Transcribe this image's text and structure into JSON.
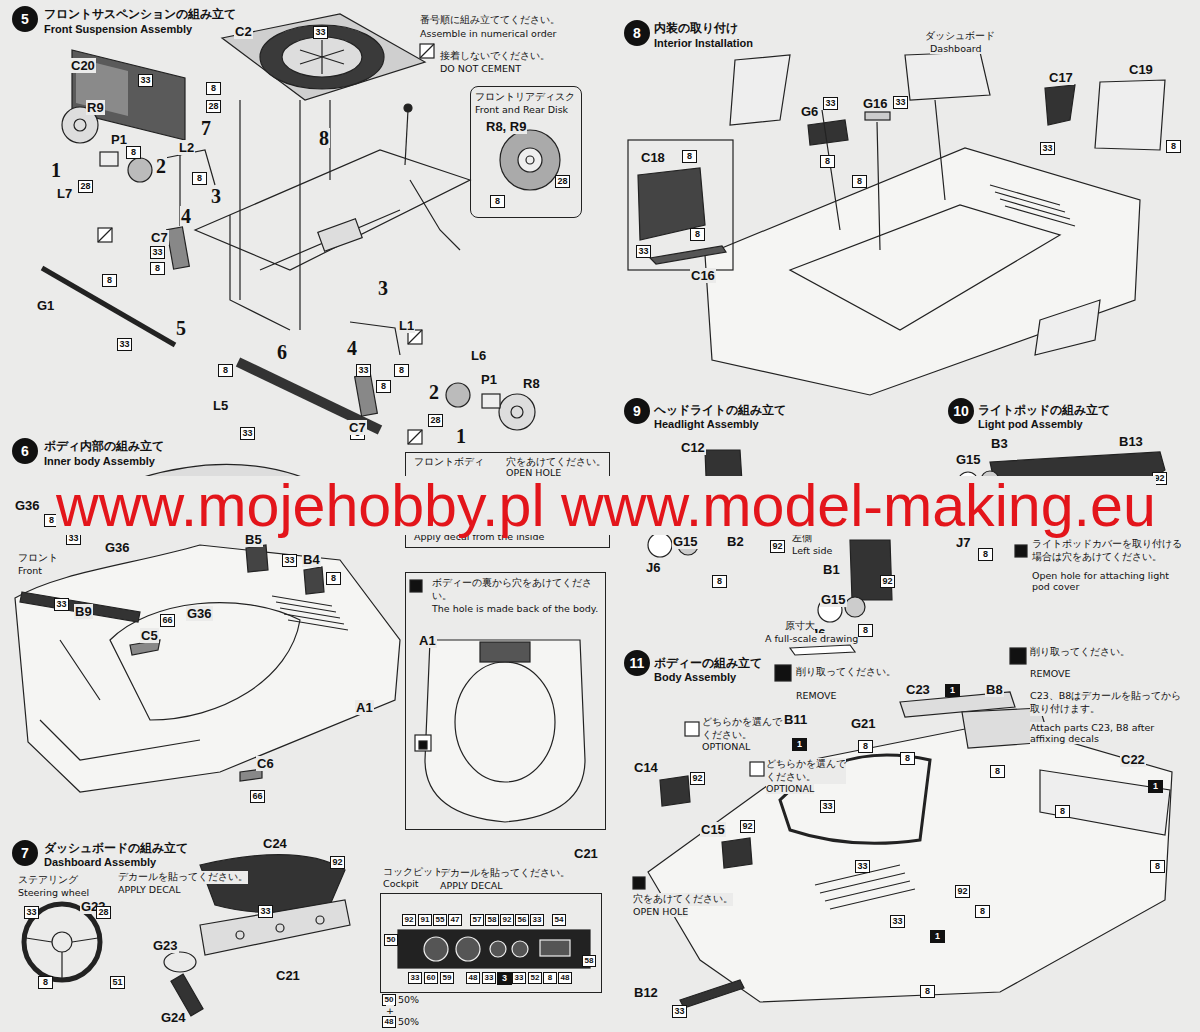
{
  "diagram": {
    "nodes": [
      {
        "text": [
          "5"
        ]
      },
      {
        "text": [
          "フロントリアディスク",
          "Front and Rear Disk",
          "R8, R9"
        ]
      },
      {
        "text": [
          "6"
        ]
      },
      {
        "text": [
          "フロントボディ",
          "穴をあけてください。",
          "OPEN HOLE",
          "Apply decal from the inside"
        ]
      },
      {
        "text": [
          "ボディーの裏から穴をあけてください。",
          "The hole is made back of the body.",
          "A1"
        ]
      },
      {
        "text": [
          "7"
        ]
      },
      {
        "text": [
          "コックピット",
          "Cockpit",
          "C21"
        ]
      },
      {
        "text": [
          "8"
        ]
      },
      {
        "text": [
          "9"
        ]
      },
      {
        "text": [
          "10"
        ]
      },
      {
        "text": [
          "11"
        ]
      }
    ],
    "labels": [
      "フロントサスペンションの組み立て",
      "Front Suspension Assembly",
      "番号順に組み立ててください。",
      "Assemble in numerical order",
      "接着しないでください。",
      "DO NOT CEMENT",
      "C2",
      "33",
      "C20",
      "33",
      "8",
      "28",
      "7",
      "8",
      "R9",
      "P1",
      "8",
      "1",
      "2",
      "L2",
      "8",
      "L7",
      "28",
      "3",
      "4",
      "C7",
      "33",
      "8",
      "G1",
      "8",
      "33",
      "5",
      "6",
      "L5",
      "8",
      "33",
      "8",
      "3",
      "L1",
      "4",
      "C7",
      "33",
      "8",
      "8",
      "2",
      "L6",
      "28",
      "P1",
      "1",
      "R8",
      "ボディ内部の組み立て",
      "Inner body Assembly",
      "G36",
      "8",
      "33",
      "フロント",
      "Front",
      "G36",
      "B9",
      "33",
      "C5",
      "66",
      "G36",
      "B5",
      "33",
      "B4",
      "8",
      "A1",
      "C6",
      "66",
      "ダッシュボードの組み立て",
      "Dashboard Assembly",
      "ステアリング",
      "Steering wheel",
      "G23",
      "デカールを貼ってください。",
      "APPLY DECAL",
      "33",
      "28",
      "8",
      "51",
      "C24",
      "33",
      "92",
      "C21",
      "G23",
      "G24",
      "デカールを貼ってください。",
      "APPLY DECAL",
      "92",
      "91",
      "55",
      "47",
      "57",
      "58",
      "92",
      "56",
      "33",
      "54",
      "50",
      "33",
      "60",
      "59",
      "48",
      "33",
      "3",
      "33",
      "52",
      "8",
      "48",
      "58",
      "50",
      "50%",
      "+",
      "48",
      "50%",
      "内装の取り付け",
      "Interior Installation",
      "ダッシュボード",
      "Dashboard",
      "C17",
      "C19",
      "33",
      "8",
      "G16",
      "33",
      "G6",
      "33",
      "8",
      "8",
      "C18",
      "8",
      "8",
      "33",
      "C16",
      "ヘッドライトの組み立て",
      "Headlight Assembly",
      "C12",
      "B2",
      "92",
      "左側",
      "Left side",
      "B1",
      "92",
      "G15",
      "J6",
      "8",
      "G15",
      "J6",
      "8",
      "ライトポッドの組み立て",
      "Light pod Assembly",
      "G15",
      "B3",
      "B13",
      "92",
      "J7",
      "8",
      "ライトポッドカバーを取り付ける場合は穴をあけてください。",
      "Open hole for attaching light pod cover",
      "ボディーの組み立て",
      "Body Assembly",
      "原寸大",
      "A full-scale drawing",
      "削り取ってください。",
      "REMOVE",
      "削り取ってください。",
      "REMOVE",
      "C23",
      "B8",
      "1",
      "C23、B8はデカールを貼ってから取り付けます。",
      "Attach parts C23, B8 after affixing decals",
      "B11",
      "1",
      "G21",
      "8",
      "8",
      "どちらかを選んでください。",
      "OPTIONAL",
      "C14",
      "92",
      "どちらかを選んでください。",
      "OPTIONAL",
      "C15",
      "92",
      "C22",
      "1",
      "33",
      "8",
      "8",
      "8",
      "33",
      "92",
      "8",
      "33",
      "1",
      "8",
      "穴をあけてください。",
      "OPEN HOLE",
      "B12",
      "33",
      "www.mojehobby.pl www.model-making.eu",
      "8",
      "28"
    ]
  }
}
